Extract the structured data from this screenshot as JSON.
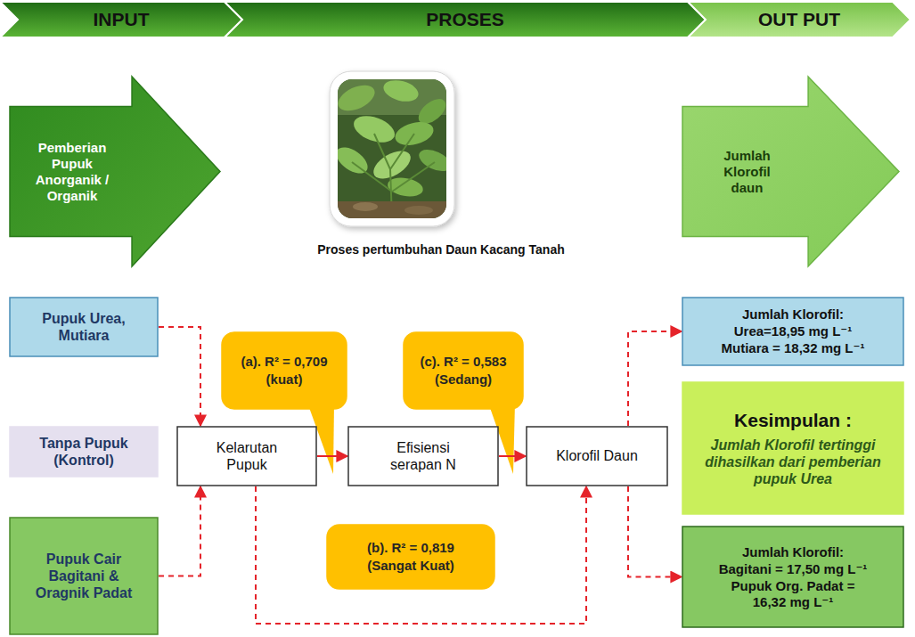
{
  "diagram": {
    "nodes": [
      {
        "text": [
          "INPUT"
        ]
      },
      {
        "text": [
          "PROSES"
        ]
      },
      {
        "text": [
          "OUT PUT"
        ]
      },
      {
        "text": [
          "Pemberian Pupuk Anorganik / Organik"
        ]
      },
      {
        "text": [
          "Jumlah Klorofil daun"
        ]
      },
      {
        "text": [
          "Pupuk Urea, Mutiara"
        ]
      },
      {
        "text": [
          "(a). R² = 0,709",
          "(kuat)"
        ]
      },
      {
        "text": [
          "(c). R² = 0,583",
          "(Sedang)"
        ]
      },
      {
        "text": [
          "Jumlah Klorofil:",
          "Urea=18,95 mg L⁻¹",
          "Mutiara = 18,32 mg L⁻¹"
        ]
      },
      {
        "text": [
          "Tanpa Pupuk (Kontrol)"
        ]
      },
      {
        "text": [
          "Kelarutan Pupuk"
        ]
      },
      {
        "text": [
          "Efisiensi serapan N"
        ]
      },
      {
        "text": [
          "Klorofil Daun"
        ]
      },
      {
        "text": [
          "Kesimpulan :",
          "Jumlah Klorofil tertinggi dihasilkan dari pemberian pupuk Urea"
        ]
      },
      {
        "text": [
          "Pupuk Cair Bagitani & Oragnik Padat"
        ]
      },
      {
        "text": [
          "(b). R² = 0,819",
          "(Sangat Kuat)"
        ]
      },
      {
        "text": [
          "Jumlah Klorofil:",
          "Bagitani = 17,50 mg L⁻¹",
          "Pupuk Org. Padat = 16,32 mg L⁻¹"
        ]
      }
    ],
    "edges": [
      {
        "from": 5,
        "to": 10,
        "arrow": "to"
      },
      {
        "from": 14,
        "to": 10,
        "arrow": "to"
      },
      {
        "from": 10,
        "to": 11,
        "arrow": "to"
      },
      {
        "from": 11,
        "to": 12,
        "arrow": "to"
      },
      {
        "from": 10,
        "to": 12,
        "arrow": "to"
      },
      {
        "from": 12,
        "to": 8,
        "arrow": "to"
      },
      {
        "from": 12,
        "to": 16,
        "arrow": "to"
      }
    ],
    "labels": [
      "Proses pertumbuhan Daun Kacang Tanah"
    ]
  }
}
